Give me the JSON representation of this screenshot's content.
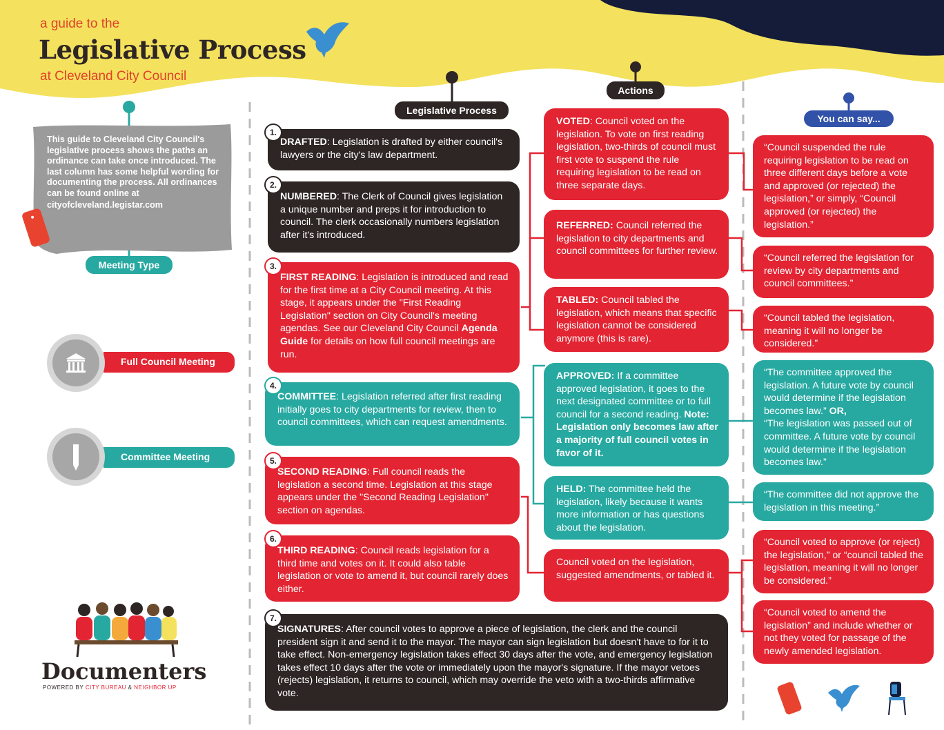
{
  "header": {
    "pre_title": "a guide to the",
    "title": "Legislative Process",
    "subtitle": "at Cleveland City Council"
  },
  "intro": {
    "text": "This guide to Cleveland City Council's legislative process shows the paths an ordinance can take once introduced. The last column has some helpful wording for documenting the process. All ordinances can be found online at",
    "link": "cityofcleveland.legistar.com"
  },
  "labels": {
    "meeting_type": "Meeting Type",
    "legislative_process": "Legislative Process",
    "actions": "Actions",
    "you_can_say": "You can say..."
  },
  "meeting_types": [
    {
      "label": "Full Council Meeting",
      "icon": "capitol-building-icon"
    },
    {
      "label": "Committee Meeting",
      "icon": "pen-icon"
    }
  ],
  "steps": [
    {
      "num": "1.",
      "head": "DRAFTED",
      "text": ": Legislation is drafted by either council's lawyers or the city's law department."
    },
    {
      "num": "2.",
      "head": "NUMBERED",
      "text": ": The Clerk of Council gives legislation a unique number and preps it for introduction to council. The clerk occasionally numbers legislation after it's introduced."
    },
    {
      "num": "3.",
      "head": "FIRST READING",
      "text": ": Legislation is introduced and read for the first time at a City Council meeting. At this stage, it appears under the \"First Reading Legislation\" section on City Council's meeting agendas. See our Cleveland City Council ",
      "bold2": "Agenda Guide",
      "text2": " for details on how full council meetings are run."
    },
    {
      "num": "4.",
      "head": "COMMITTEE",
      "text": ": Legislation referred after first reading initially goes to city departments for review, then to council committees, which can request amendments."
    },
    {
      "num": "5.",
      "head": "SECOND READING",
      "text": ": Full council reads the legislation a second time. Legislation at this stage appears under the \"Second Reading Legislation\" section on agendas."
    },
    {
      "num": "6.",
      "head": "THIRD READING",
      "text": ": Council reads legislation for a third time and votes on it. It could also table legislation or vote to amend it, but council rarely does either."
    },
    {
      "num": "7.",
      "head": "SIGNATURES",
      "text": ": After council votes to approve a piece of legislation, the clerk and the council president sign it and send it to the mayor. The mayor can sign legislation but doesn't have to for it to take effect. Non-emergency legislation takes effect 30 days after the vote, and emergency legislation takes effect 10 days after the vote or immediately upon the mayor's signature. If the mayor vetoes (rejects) legislation, it returns to council, which may override the veto with a two-thirds affirmative vote."
    }
  ],
  "actions": [
    {
      "head": "VOTED",
      "text": ": Council voted on the legislation. To vote on first reading legislation, two-thirds of council must first vote to suspend the rule requiring legislation to be read on three separate days."
    },
    {
      "head": "REFERRED:",
      "text": " Council referred the legislation to city departments and council committees for further review."
    },
    {
      "head": "TABLED:",
      "text": " Council tabled the legislation, which means that specific legislation cannot be considered anymore (this is rare)."
    },
    {
      "head": "APPROVED:",
      "text": " If a committee approved legislation, it goes to the next designated committee or to full council for a second reading. ",
      "bold2": "Note: Legislation only becomes law after a majority of full council votes in favor of it."
    },
    {
      "head": "HELD:",
      "text": " The committee held the legislation, likely because it wants more information or has questions about the legislation."
    },
    {
      "head": "",
      "text": "Council voted on the legislation, suggested amendments, or tabled it."
    }
  ],
  "say": [
    "“Council suspended the rule requiring  legislation to be read on three different days before a vote and approved (or rejected) the legislation,” or simply, “Council approved (or rejected) the legislation.”",
    "“Council referred the legislation for review by city departments and council committees.”",
    "“Council tabled the legislation, meaning it will no longer be considered.”",
    {
      "a": "“The committee approved the legislation. A future vote by council would determine if the legislation becomes law.”",
      "or": " OR,",
      "b": "“The legislation was passed out of committee. A future vote by council would determine if the legislation becomes law.”"
    },
    "“The committee did not approve the legislation in this meeting.”",
    "“Council voted to approve (or reject) the legislation,” or “council tabled the legislation, meaning it will no longer be considered.”",
    "“Council voted to amend the legislation” and include whether or not they voted for passage of the newly amended legislation."
  ],
  "brand": {
    "name": "Documenters",
    "powered_prefix": "POWERED BY ",
    "partner1": "CITY BUREAU",
    "amp": " & ",
    "partner2": "NEIGHBOR UP"
  },
  "colors": {
    "red": "#e32432",
    "teal": "#27a9a1",
    "dark": "#2e2624",
    "yellow": "#f4e15e",
    "navy": "#141c3a",
    "blue": "#3a8fd0"
  },
  "footer_icons": [
    "phone-icon",
    "bird-icon",
    "chair-icon"
  ]
}
